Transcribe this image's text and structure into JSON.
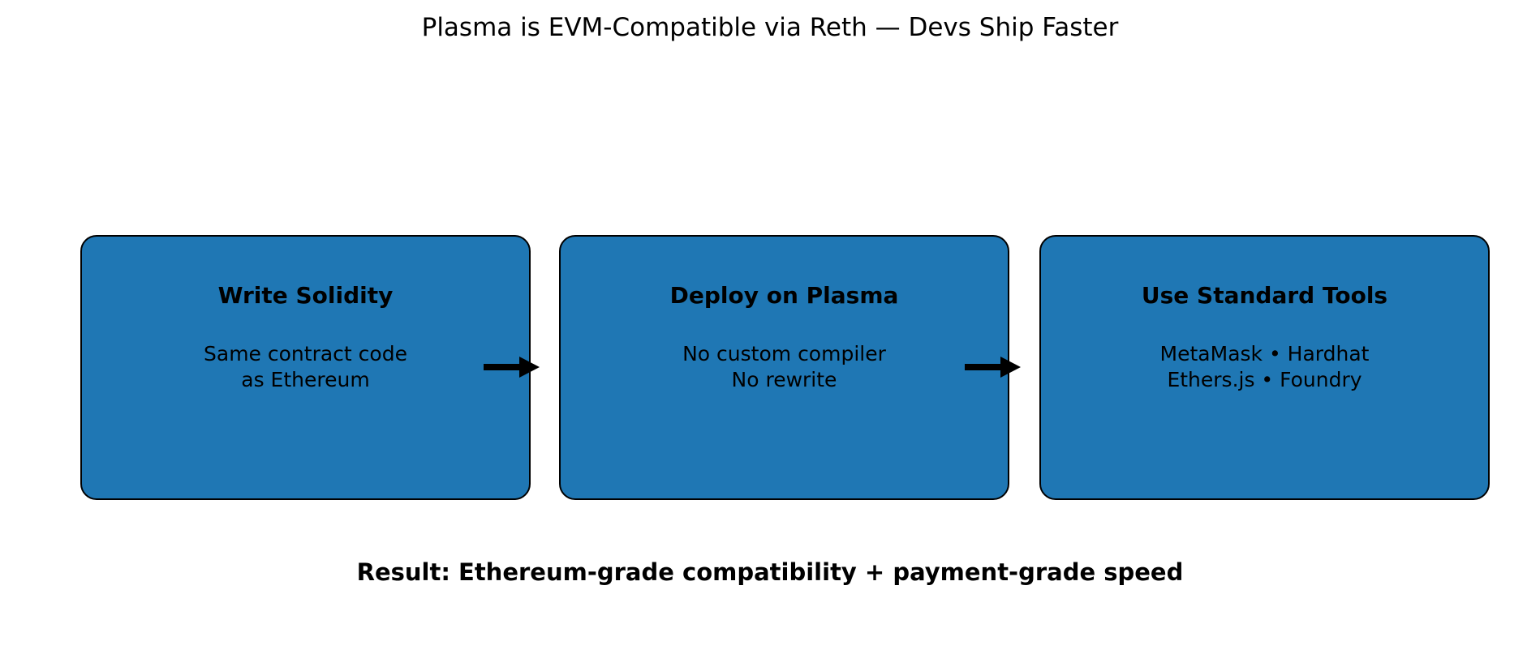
{
  "title": "Plasma is EVM-Compatible via Reth — Devs Ship Faster",
  "boxes": [
    {
      "heading": "Write Solidity",
      "body": "Same contract code\nas Ethereum"
    },
    {
      "heading": "Deploy on Plasma",
      "body": "No custom compiler\nNo rewrite"
    },
    {
      "heading": "Use Standard Tools",
      "body": "MetaMask • Hardhat\nEthers.js • Foundry"
    }
  ],
  "result": "Result: Ethereum-grade compatibility + payment-grade speed",
  "colors": {
    "background": "#ffffff",
    "box_fill": "#1f77b4",
    "box_border": "#000000",
    "arrow": "#000000",
    "text": "#000000"
  }
}
